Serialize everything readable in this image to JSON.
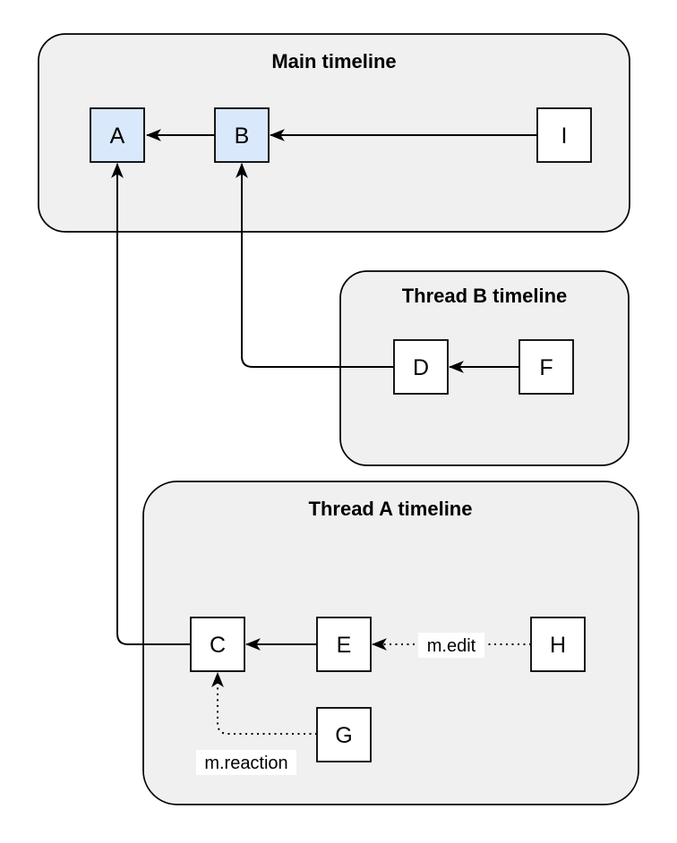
{
  "diagram": {
    "groups": [
      {
        "id": "main",
        "label": "Main timeline"
      },
      {
        "id": "threadB",
        "label": "Thread B timeline"
      },
      {
        "id": "threadA",
        "label": "Thread A timeline"
      }
    ],
    "nodes": [
      {
        "id": "A",
        "label": "A",
        "fill": "highlight",
        "group": "main"
      },
      {
        "id": "B",
        "label": "B",
        "fill": "highlight",
        "group": "main"
      },
      {
        "id": "I",
        "label": "I",
        "fill": "plain",
        "group": "main"
      },
      {
        "id": "D",
        "label": "D",
        "fill": "plain",
        "group": "threadB"
      },
      {
        "id": "F",
        "label": "F",
        "fill": "plain",
        "group": "threadB"
      },
      {
        "id": "C",
        "label": "C",
        "fill": "plain",
        "group": "threadA"
      },
      {
        "id": "E",
        "label": "E",
        "fill": "plain",
        "group": "threadA"
      },
      {
        "id": "H",
        "label": "H",
        "fill": "plain",
        "group": "threadA"
      },
      {
        "id": "G",
        "label": "G",
        "fill": "plain",
        "group": "threadA"
      }
    ],
    "edges": [
      {
        "from": "B",
        "to": "A",
        "style": "solid",
        "label": ""
      },
      {
        "from": "I",
        "to": "B",
        "style": "solid",
        "label": ""
      },
      {
        "from": "F",
        "to": "D",
        "style": "solid",
        "label": ""
      },
      {
        "from": "D",
        "to": "B",
        "style": "solid",
        "label": ""
      },
      {
        "from": "E",
        "to": "C",
        "style": "solid",
        "label": ""
      },
      {
        "from": "C",
        "to": "A",
        "style": "solid",
        "label": ""
      },
      {
        "from": "H",
        "to": "E",
        "style": "dotted",
        "label": "m.edit"
      },
      {
        "from": "G",
        "to": "C",
        "style": "dotted",
        "label": "m.reaction"
      }
    ],
    "colors": {
      "panel_fill": "#f0f0f0",
      "panel_stroke": "#000000",
      "node_fill_highlight": "#dae8fc",
      "node_fill_plain": "#ffffff",
      "node_stroke": "#000000",
      "edge_color": "#000000",
      "edge_label_background": "#ffffff",
      "text_color": "#000000",
      "page_background": "#ffffff"
    }
  }
}
